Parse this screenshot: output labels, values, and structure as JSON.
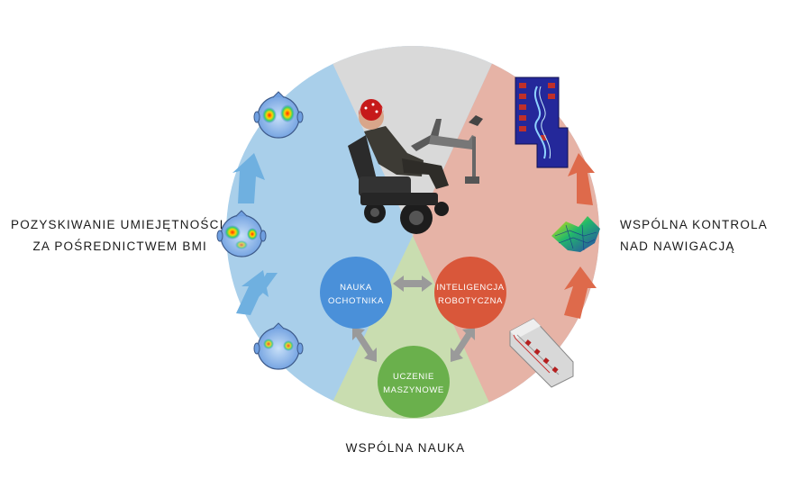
{
  "labels": {
    "left_line1": "POZYSKIWANIE UMIEJĘTNOŚCI",
    "left_line2": "ZA POŚREDNICTWEM BMI",
    "right_line1": "WSPÓLNA KONTROLA",
    "right_line2": "NAD NAWIGACJĄ",
    "bottom": "WSPÓLNA NAUKA"
  },
  "nodes": {
    "volunteer": {
      "line1": "NAUKA",
      "line2": "OCHOTNIKA",
      "color": "#4a90d9"
    },
    "robot": {
      "line1": "INTELIGENCJA",
      "line2": "ROBOTYCZNA",
      "color": "#d9573a"
    },
    "machine": {
      "line1": "UCZENIE",
      "line2": "MASZYNOWE",
      "color": "#6ab04c"
    }
  },
  "colors": {
    "sector_blue": "#a9cfea",
    "sector_red": "#e6b3a6",
    "sector_gray": "#d9d9d9",
    "sector_green": "#c9ddb0",
    "arrow_blue": "#6fb0e0",
    "arrow_red": "#de6a4b",
    "arrow_gray": "#9a9a9a"
  },
  "icons": [
    "brain-map-icon",
    "wheelchair-user-icon",
    "floor-map-icon",
    "surface-plot-icon",
    "building-model-icon"
  ]
}
